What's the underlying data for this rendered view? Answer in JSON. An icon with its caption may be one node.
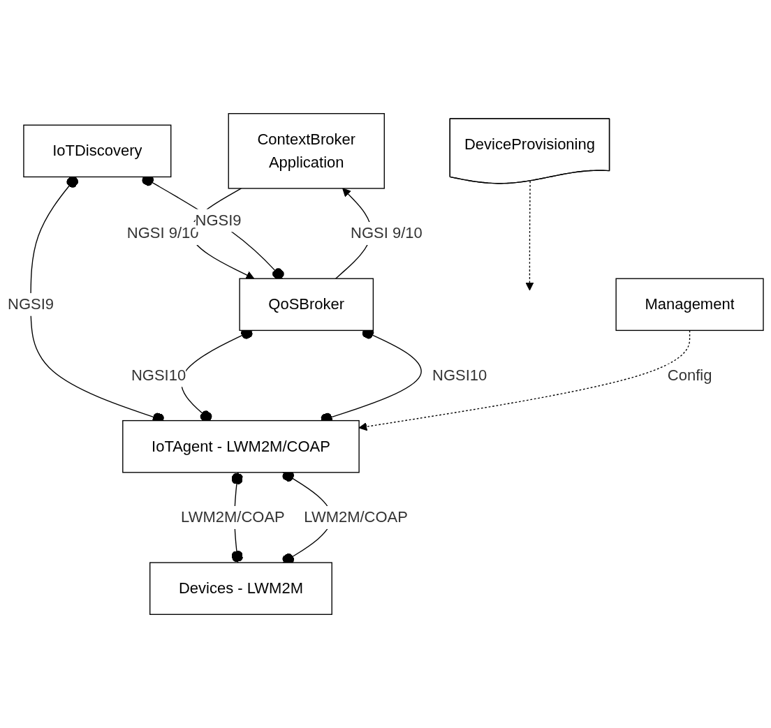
{
  "diagram": {
    "nodes": [
      {
        "text": [
          "ContextBroker",
          "Application"
        ]
      },
      {
        "text": [
          "IoTDiscovery"
        ]
      },
      {
        "text": [
          "QoSBroker"
        ]
      },
      {
        "text": [
          "Management"
        ]
      },
      {
        "text": [
          "IoTAgent - LWM2M/COAP"
        ]
      },
      {
        "text": [
          "DeviceProvisioning"
        ]
      },
      {
        "text": [
          "Devices - LWM2M"
        ]
      }
    ],
    "edges": [
      {
        "from": 2,
        "to": 0,
        "arrow": "to",
        "label": "NGSI 9/10"
      },
      {
        "from": 0,
        "to": 2,
        "arrow": "to",
        "label": "NGSI 9/10"
      },
      {
        "from": 1,
        "to": 2,
        "arrow": "other",
        "label": "NGSI9"
      },
      {
        "from": 1,
        "to": 4,
        "arrow": "other",
        "label": "NGSI9"
      },
      {
        "from": 2,
        "to": 4,
        "arrow": "other",
        "label": "NGSI10"
      },
      {
        "from": 2,
        "to": 4,
        "arrow": "other",
        "label": "NGSI10"
      },
      {
        "from": 3,
        "to": 4,
        "arrow": "to",
        "label": "Config",
        "style": "dashed"
      },
      {
        "from": 5,
        "to": null,
        "arrow": "to",
        "style": "dashed"
      },
      {
        "from": 4,
        "to": 6,
        "arrow": "other",
        "label": "LWM2M/COAP"
      },
      {
        "from": 4,
        "to": 6,
        "arrow": "other",
        "label": "LWM2M/COAP"
      }
    ]
  }
}
